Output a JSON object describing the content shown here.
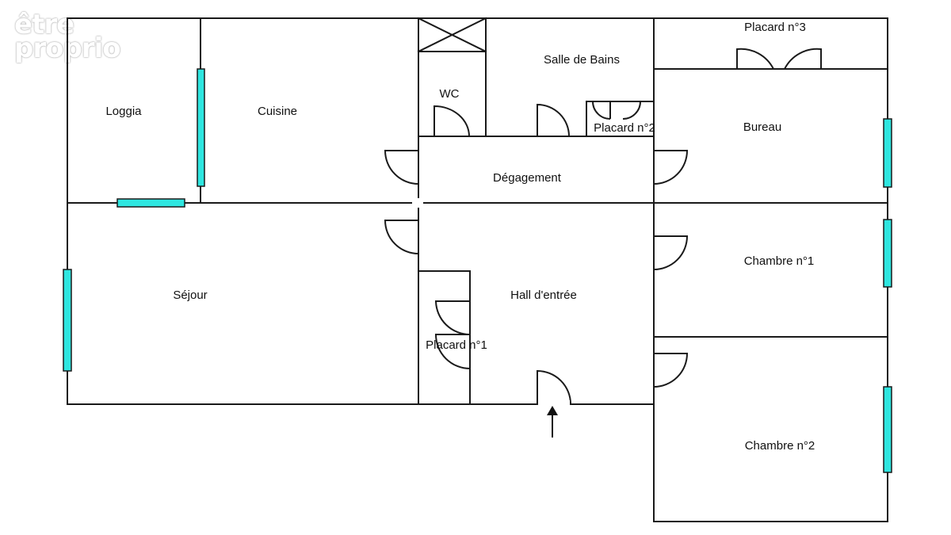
{
  "watermark": {
    "line1": "être",
    "line2": "proprio"
  },
  "rooms": {
    "loggia": "Loggia",
    "cuisine": "Cuisine",
    "wc": "WC",
    "salle_de_bains": "Salle de Bains",
    "placard_3": "Placard n°3",
    "placard_2": "Placard n°2",
    "bureau": "Bureau",
    "degagement": "Dégagement",
    "sejour": "Séjour",
    "hall": "Hall d'entrée",
    "placard_1": "Placard n°1",
    "chambre_1": "Chambre n°1",
    "chambre_2": "Chambre n°2"
  },
  "colors": {
    "window": "#2ee6e0",
    "wall": "#1a1a1a",
    "background": "#ffffff"
  }
}
